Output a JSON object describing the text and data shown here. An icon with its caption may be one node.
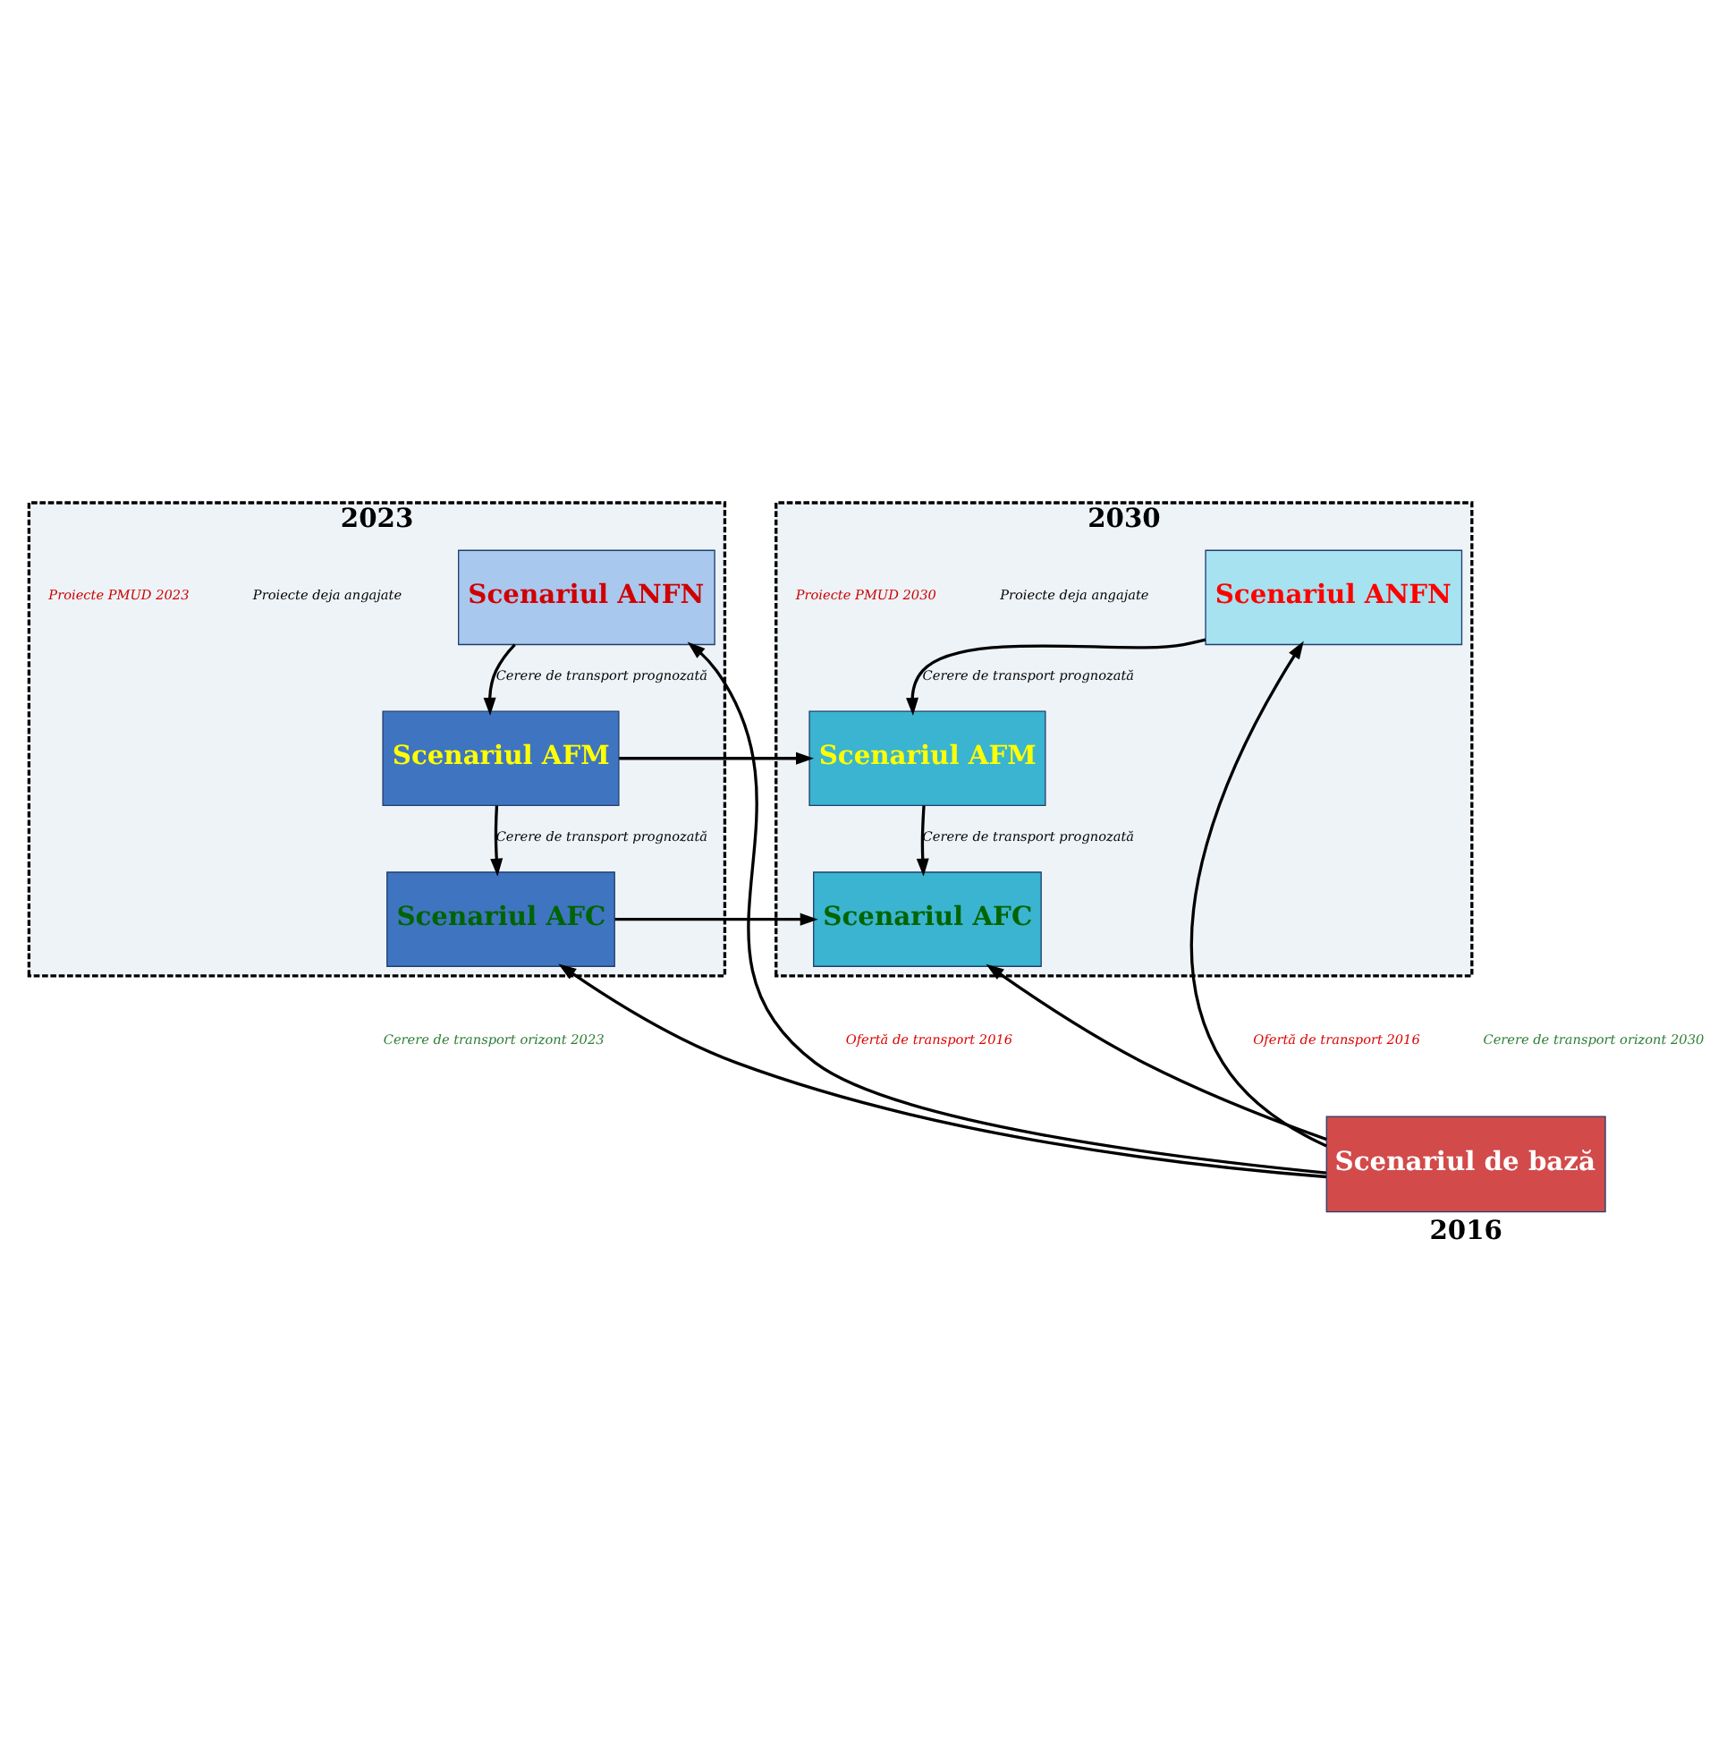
{
  "diagram": {
    "nodes": [
      {
        "text": [
          "2023"
        ]
      },
      {
        "text": [
          "Scenariul ANFN"
        ],
        "in": 0
      },
      {
        "text": [
          "Scenariul AFM"
        ],
        "in": 0
      },
      {
        "text": [
          "Scenariul AFC"
        ],
        "in": 0
      },
      {
        "text": [
          "2030"
        ]
      },
      {
        "text": [
          "Scenariul ANFN"
        ],
        "in": 4
      },
      {
        "text": [
          "Scenariul AFM"
        ],
        "in": 4
      },
      {
        "text": [
          "Scenariul AFC"
        ],
        "in": 4
      },
      {
        "text": [
          "Scenariul de bază"
        ],
        "beside": [
          "2016"
        ]
      }
    ],
    "edges": [
      {
        "from": 1,
        "to": 2,
        "arrow": "to",
        "label": "Cerere de transport prognozată"
      },
      {
        "from": 2,
        "to": 3,
        "arrow": "to",
        "label": "Cerere de transport prognozată"
      },
      {
        "from": 5,
        "to": 6,
        "arrow": "to",
        "label": "Cerere de transport prognozată"
      },
      {
        "from": 6,
        "to": 7,
        "arrow": "to",
        "label": "Cerere de transport prognozată"
      },
      {
        "from": 2,
        "to": 6,
        "arrow": "to"
      },
      {
        "from": 3,
        "to": 7,
        "arrow": "to"
      },
      {
        "from": 8,
        "to": 1,
        "arrow": "to"
      },
      {
        "from": 8,
        "to": 5,
        "arrow": "to"
      },
      {
        "from": 8,
        "to": 3,
        "arrow": "to"
      },
      {
        "from": 8,
        "to": 7,
        "arrow": "to"
      }
    ],
    "labels": [
      "Proiecte deja angajate",
      "Proiecte PMUD 2023",
      "Proiecte deja angajate",
      "Proiecte PMUD 2030",
      "Cerere de transport orizont 2023",
      "Ofertă de transport 2016",
      "Cerere de transport orizont 2030",
      "Ofertă de transport 2016"
    ]
  }
}
